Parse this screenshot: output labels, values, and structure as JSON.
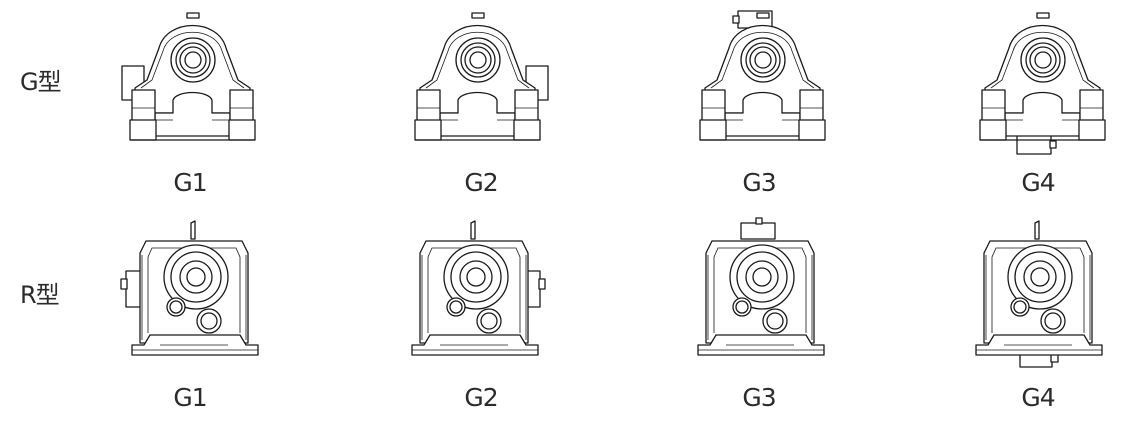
{
  "rows": [
    {
      "label": "G型",
      "type": "G",
      "items": [
        {
          "caption": "G1",
          "box": "left"
        },
        {
          "caption": "G2",
          "box": "right"
        },
        {
          "caption": "G3",
          "box": "top"
        },
        {
          "caption": "G4",
          "box": "bottom"
        }
      ]
    },
    {
      "label": "R型",
      "type": "R",
      "items": [
        {
          "caption": "G1",
          "box": "left"
        },
        {
          "caption": "G2",
          "box": "right"
        },
        {
          "caption": "G3",
          "box": "top"
        },
        {
          "caption": "G4",
          "box": "bottom"
        }
      ]
    }
  ]
}
